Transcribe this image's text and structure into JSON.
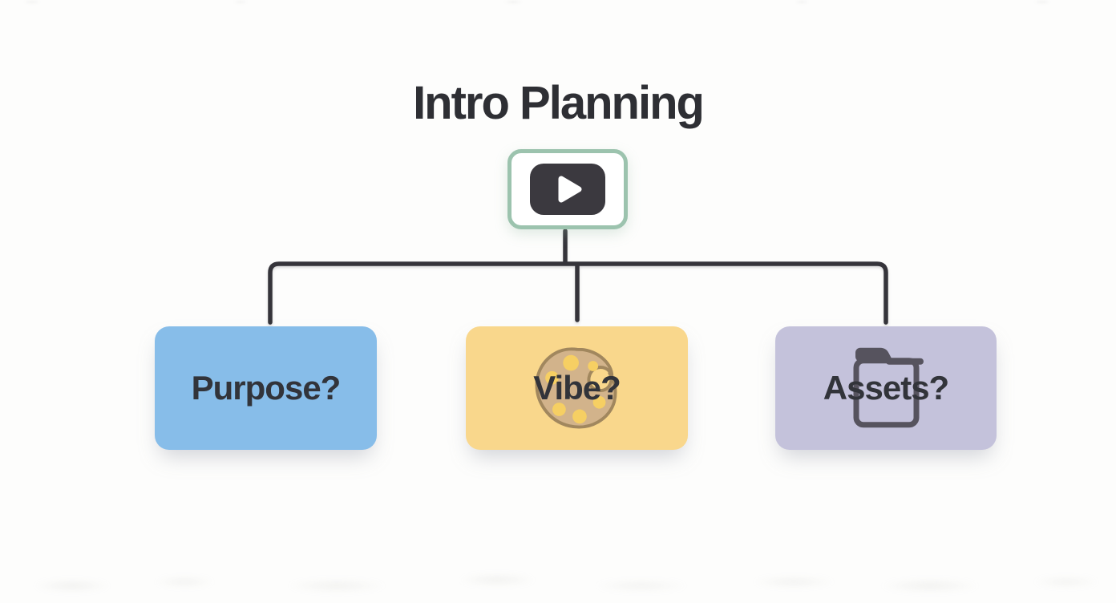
{
  "page": {
    "background_color": "#fdfdfc"
  },
  "diagram": {
    "title": "Intro Planning",
    "title_color": "#2e2f34",
    "connector_color": "#35343a",
    "label_color": "#32343a",
    "root_node": {
      "icon": "video-play-icon",
      "border_color": "#9cc3ae",
      "fill_color": "#ffffff",
      "play_button_color": "#3b393f",
      "play_triangle_color": "#ffffff"
    },
    "nodes": [
      {
        "label": "Purpose?",
        "fill_color": "#87bde9",
        "icon": "none"
      },
      {
        "label": "Vibe?",
        "fill_color": "#f9d78c",
        "icon": "palette-icon",
        "icon_colors": {
          "body": "#d2b38b",
          "outline": "#a1875e",
          "dots": "#f6cf63"
        }
      },
      {
        "label": "Assets?",
        "fill_color": "#c4c2db",
        "icon": "folder-icon",
        "icon_colors": {
          "stroke": "#56535e"
        }
      }
    ]
  }
}
